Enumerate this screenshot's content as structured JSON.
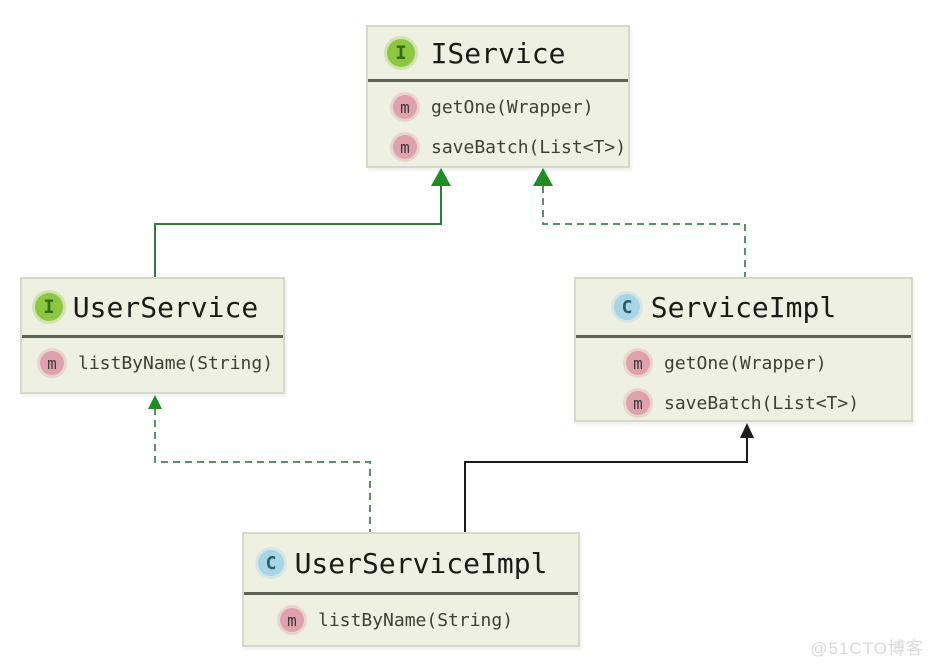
{
  "diagram": {
    "method_badge": "m",
    "classes": [
      {
        "id": "iservice",
        "kind": "interface",
        "badge": "I",
        "name": "IService",
        "methods": [
          "getOne(Wrapper)",
          "saveBatch(List<T>)"
        ]
      },
      {
        "id": "userservice",
        "kind": "interface",
        "badge": "I",
        "name": "UserService",
        "methods": [
          "listByName(String)"
        ]
      },
      {
        "id": "serviceimpl",
        "kind": "class",
        "badge": "C",
        "name": "ServiceImpl",
        "methods": [
          "getOne(Wrapper)",
          "saveBatch(List<T>)"
        ]
      },
      {
        "id": "userserviceimpl",
        "kind": "class",
        "badge": "C",
        "name": "UserServiceImpl",
        "methods": [
          "listByName(String)"
        ]
      }
    ],
    "relations": [
      {
        "from": "UserService",
        "to": "IService",
        "type": "extends",
        "line": "solid",
        "color": "green"
      },
      {
        "from": "ServiceImpl",
        "to": "IService",
        "type": "implements",
        "line": "dashed",
        "color": "green"
      },
      {
        "from": "UserServiceImpl",
        "to": "UserService",
        "type": "implements",
        "line": "dashed",
        "color": "green"
      },
      {
        "from": "UserServiceImpl",
        "to": "ServiceImpl",
        "type": "extends",
        "line": "solid",
        "color": "black"
      }
    ]
  },
  "watermark": "@51CTO博客",
  "colors": {
    "box_fill": "#eef0e2",
    "box_border": "#d6d9c5",
    "divider": "#5e6257",
    "interface_badge_bg": "#8dc63f",
    "interface_badge_fg": "#336f12",
    "class_badge_bg": "#a8d4e8",
    "class_badge_fg": "#275f66",
    "method_badge_bg": "#dfa2ac",
    "method_badge_fg": "#3f383c",
    "green_solid": "#38763f",
    "green_dashed": "#5c8f69",
    "green_arrow": "#1f8c24",
    "black_line": "#1c1c1c"
  }
}
